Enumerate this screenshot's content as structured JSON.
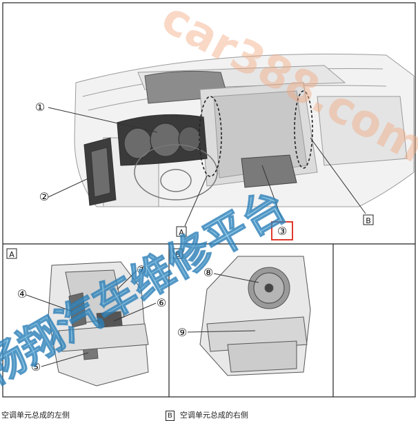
{
  "watermark": {
    "url_text": "car388.com",
    "cn_text": "畅翔汽车维修平台",
    "color": "#4fb3e6",
    "url_color": "#f0a880"
  },
  "colors": {
    "frame": "#222222",
    "line": "#333333",
    "highlight": "#e0392b",
    "part_gray": "#9a9a9a",
    "part_dark": "#3a3a3a"
  },
  "main": {
    "callouts": [
      {
        "id": "c1",
        "label": "①"
      },
      {
        "id": "c2",
        "label": "②"
      },
      {
        "id": "c3",
        "label": "③"
      }
    ],
    "view_markers": [
      {
        "id": "A",
        "label": "A"
      },
      {
        "id": "B",
        "label": "B"
      }
    ]
  },
  "detail_a": {
    "tag": "A",
    "callouts": [
      {
        "id": "c4",
        "label": "④"
      },
      {
        "id": "c5",
        "label": "⑤"
      },
      {
        "id": "c6",
        "label": "⑥"
      },
      {
        "id": "c7",
        "label": "⑦"
      }
    ]
  },
  "detail_b": {
    "tag": "B",
    "callouts": [
      {
        "id": "c8",
        "label": "⑧"
      },
      {
        "id": "c9",
        "label": "⑨"
      }
    ]
  },
  "captions": {
    "left": "空调单元总成的左侧",
    "right_letter": "B",
    "right": "空调单元总成的右侧"
  }
}
